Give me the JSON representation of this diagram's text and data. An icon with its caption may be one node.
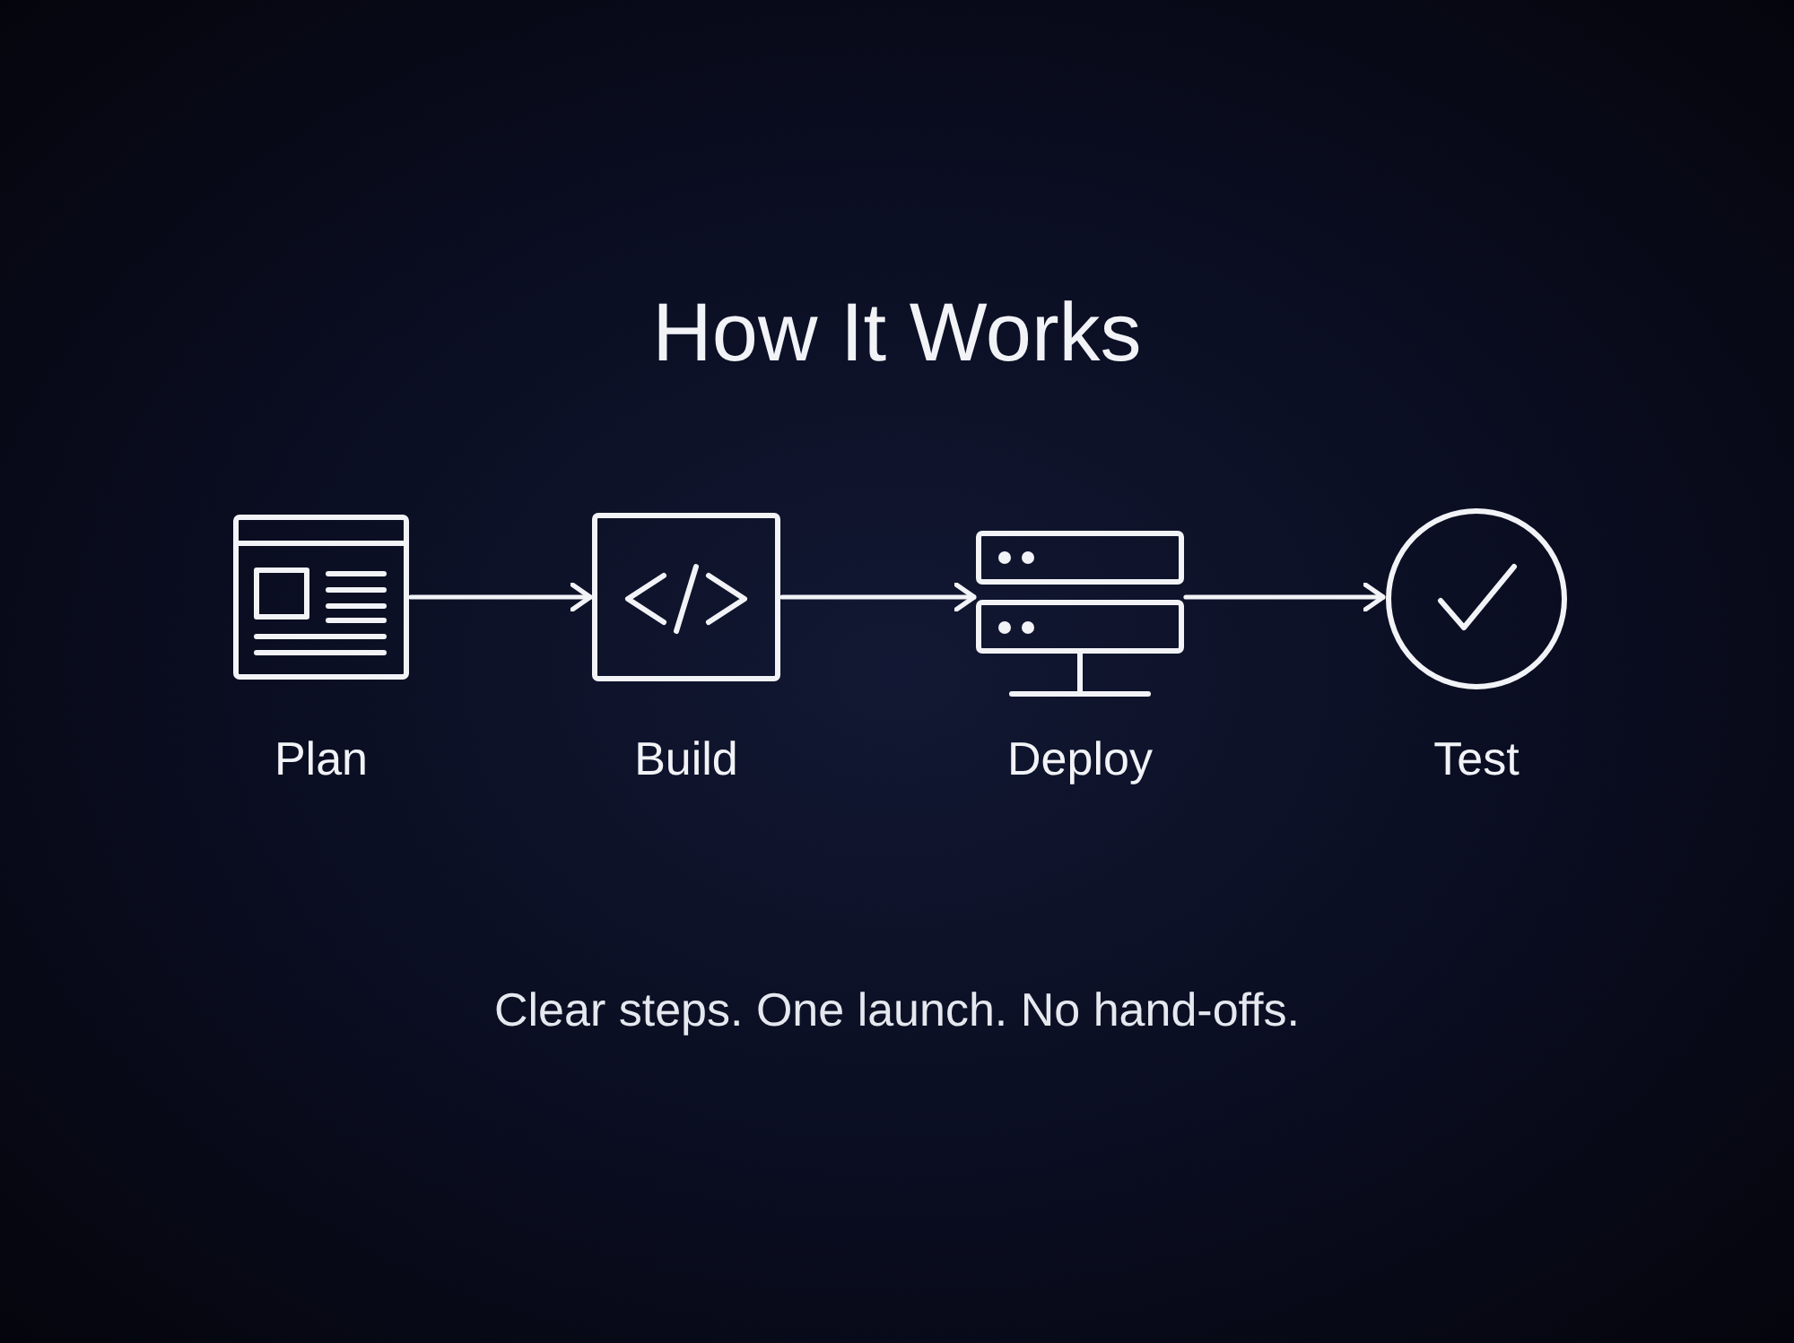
{
  "diagram": {
    "title": "How It Works",
    "nodes": [
      {
        "text": [
          "Plan"
        ]
      },
      {
        "text": [
          "Build"
        ]
      },
      {
        "text": [
          "Deploy"
        ]
      },
      {
        "text": [
          "Test"
        ]
      }
    ],
    "edges": [
      {
        "from": 0,
        "to": 1,
        "arrow": "to"
      },
      {
        "from": 1,
        "to": 2,
        "arrow": "to"
      },
      {
        "from": 2,
        "to": 3,
        "arrow": "to"
      }
    ],
    "caption": "Clear steps. One launch. No hand-offs."
  }
}
